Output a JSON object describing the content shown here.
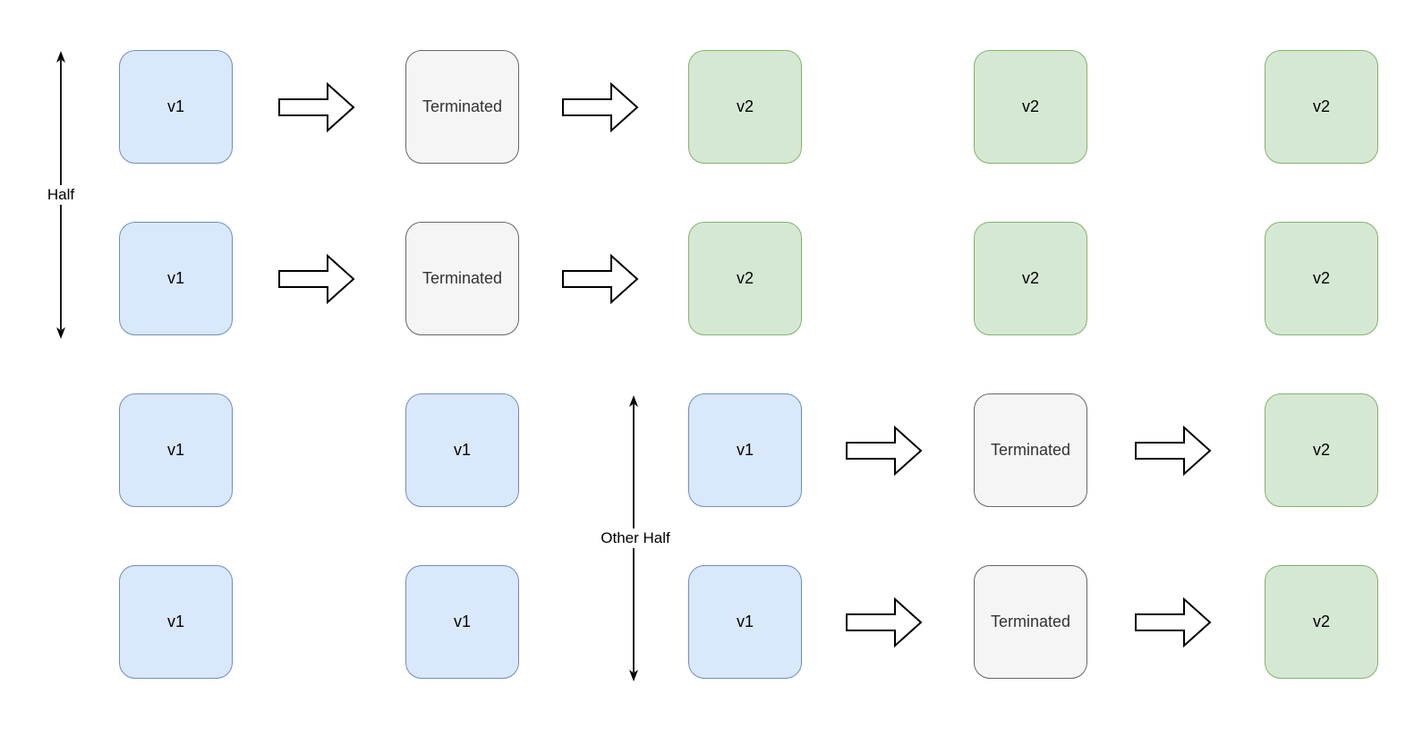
{
  "colors": {
    "v1_fill": "#dae8fc",
    "v1_stroke": "#6c8ebf",
    "v2_fill": "#d5e8d4",
    "v2_stroke": "#82b366",
    "terminated_fill": "#f5f5f5",
    "terminated_stroke": "#666666",
    "terminated_text": "#333333",
    "arrow_fill": "#ffffff",
    "arrow_stroke": "#000000",
    "background": "#ffffff"
  },
  "annotations": [
    {
      "label": "Half",
      "orientation": "vertical",
      "spans": "rows 1-2"
    },
    {
      "label": "Other Half",
      "orientation": "vertical",
      "spans": "rows 3-4"
    }
  ],
  "grid": {
    "rows": [
      {
        "cells": [
          {
            "col": 1,
            "state": "v1",
            "label": "v1"
          },
          {
            "col": 2,
            "state": "terminated",
            "label": "Terminated"
          },
          {
            "col": 3,
            "state": "v2",
            "label": "v2"
          },
          {
            "col": 4,
            "state": "v2",
            "label": "v2"
          },
          {
            "col": 5,
            "state": "v2",
            "label": "v2"
          }
        ],
        "arrows": [
          {
            "from_col": 1,
            "to_col": 2
          },
          {
            "from_col": 2,
            "to_col": 3
          }
        ]
      },
      {
        "cells": [
          {
            "col": 1,
            "state": "v1",
            "label": "v1"
          },
          {
            "col": 2,
            "state": "terminated",
            "label": "Terminated"
          },
          {
            "col": 3,
            "state": "v2",
            "label": "v2"
          },
          {
            "col": 4,
            "state": "v2",
            "label": "v2"
          },
          {
            "col": 5,
            "state": "v2",
            "label": "v2"
          }
        ],
        "arrows": [
          {
            "from_col": 1,
            "to_col": 2
          },
          {
            "from_col": 2,
            "to_col": 3
          }
        ]
      },
      {
        "cells": [
          {
            "col": 1,
            "state": "v1",
            "label": "v1"
          },
          {
            "col": 2,
            "state": "v1",
            "label": "v1"
          },
          {
            "col": 3,
            "state": "v1",
            "label": "v1"
          },
          {
            "col": 4,
            "state": "terminated",
            "label": "Terminated"
          },
          {
            "col": 5,
            "state": "v2",
            "label": "v2"
          }
        ],
        "arrows": [
          {
            "from_col": 3,
            "to_col": 4
          },
          {
            "from_col": 4,
            "to_col": 5
          }
        ]
      },
      {
        "cells": [
          {
            "col": 1,
            "state": "v1",
            "label": "v1"
          },
          {
            "col": 2,
            "state": "v1",
            "label": "v1"
          },
          {
            "col": 3,
            "state": "v1",
            "label": "v1"
          },
          {
            "col": 4,
            "state": "terminated",
            "label": "Terminated"
          },
          {
            "col": 5,
            "state": "v2",
            "label": "v2"
          }
        ],
        "arrows": [
          {
            "from_col": 3,
            "to_col": 4
          },
          {
            "from_col": 4,
            "to_col": 5
          }
        ]
      }
    ]
  }
}
